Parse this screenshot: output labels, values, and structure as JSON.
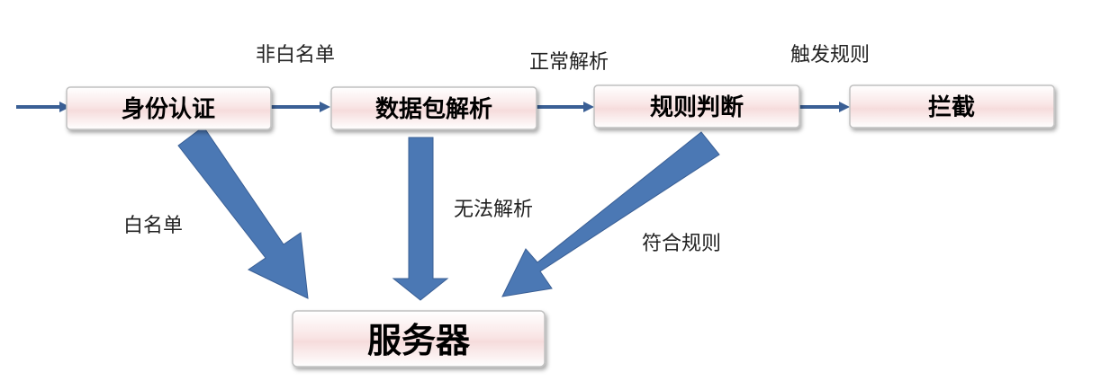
{
  "nodes": {
    "auth": "身份认证",
    "parse": "数据包解析",
    "rule": "规则判断",
    "block": "拦截",
    "server": "服务器"
  },
  "edges": {
    "auth_to_parse": "非白名单",
    "parse_to_rule": "正常解析",
    "rule_to_block": "触发规则",
    "auth_to_server": "白名单",
    "parse_to_server": "无法解析",
    "rule_to_server": "符合规则"
  },
  "colors": {
    "arrow": "#4b78b4",
    "arrow_dark": "#3a5f95",
    "box_border": "#bfbfbf",
    "box_fill_top": "#ffffff",
    "box_fill_mid": "#f7dede"
  }
}
